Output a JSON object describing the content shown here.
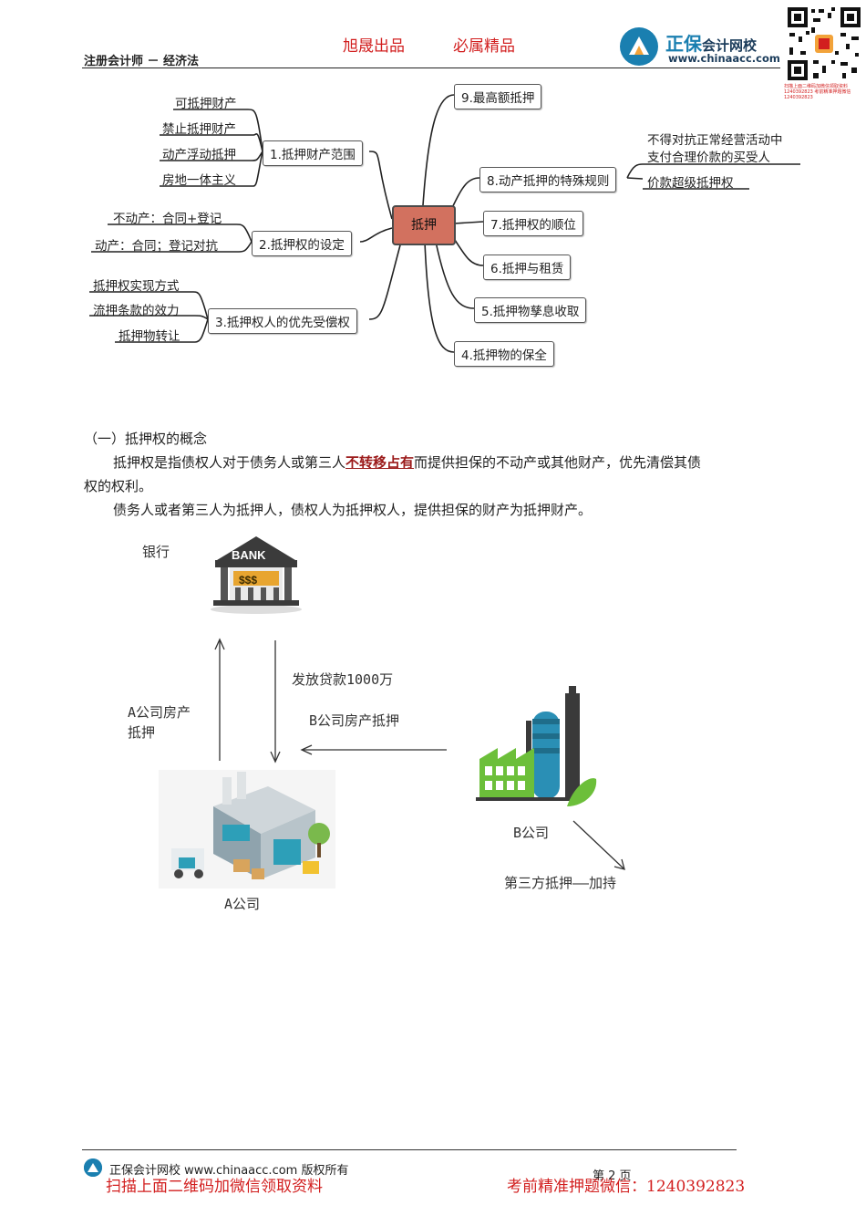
{
  "header": {
    "course": "注册会计师 － 经济法",
    "slogan_left": "旭晟出品",
    "slogan_right": "必属精品",
    "brand_name": "正保",
    "brand_sub": "会计网校",
    "brand_url": "www.chinaacc.com",
    "qr_caption": "扫描上面二维码加微信领取资料 1240392823 考前精准押题微信 1240392823"
  },
  "mindmap": {
    "center": "抵押",
    "left_branches": [
      {
        "label": "1.抵押财产范围",
        "leaves": [
          "可抵押财产",
          "禁止抵押财产",
          "动产浮动抵押",
          "房地一体主义"
        ]
      },
      {
        "label": "2.抵押权的设定",
        "leaves": [
          "不动产：合同+登记",
          "动产：合同；登记对抗"
        ]
      },
      {
        "label": "3.抵押权人的优先受偿权",
        "leaves": [
          "抵押权实现方式",
          "流押条款的效力",
          "抵押物转让"
        ]
      }
    ],
    "right_branches": [
      {
        "label": "9.最高额抵押"
      },
      {
        "label": "8.动产抵押的特殊规则",
        "leaf_1": "不得对抗正常经营活动中",
        "leaf_1b": "支付合理价款的买受人",
        "leaf_2": "价款超级抵押权"
      },
      {
        "label": "7.抵押权的顺位"
      },
      {
        "label": "6.抵押与租赁"
      },
      {
        "label": "5.抵押物孳息收取"
      },
      {
        "label": "4.抵押物的保全"
      }
    ]
  },
  "section": {
    "heading": "（一）抵押权的概念",
    "para1_a": "抵押权是指债权人对于债务人或第三人",
    "para1_emph": "不转移占有",
    "para1_b": "而提供担保的不动产或其他财产，优先清偿其债",
    "para1_c": "权的权利。",
    "para2": "债务人或者第三人为抵押人，债权人为抵押权人，提供担保的财产为抵押财产。"
  },
  "diagram": {
    "bank_label": "银行",
    "bank_sign": "BANK",
    "bank_money": "$$$",
    "loan_label": "发放贷款1000万",
    "a_mortgage_label_1": "A公司房产",
    "a_mortgage_label_2": "抵押",
    "b_mortgage_label": "B公司房产抵押",
    "company_a": "A公司",
    "company_b": "B公司",
    "third_party_label": "第三方抵押——加持"
  },
  "footer": {
    "copyright": "正保会计网校 www.chinaacc.com 版权所有",
    "page": "第 2 页",
    "promo_left": "扫描上面二维码加微信领取资料",
    "promo_right": "考前精准押题微信：1240392823"
  },
  "colors": {
    "accent_red": "#d21f1f",
    "brand_blue": "#1a7fb0",
    "center_node": "#d2715f",
    "emphasis": "#9b1a1a"
  }
}
